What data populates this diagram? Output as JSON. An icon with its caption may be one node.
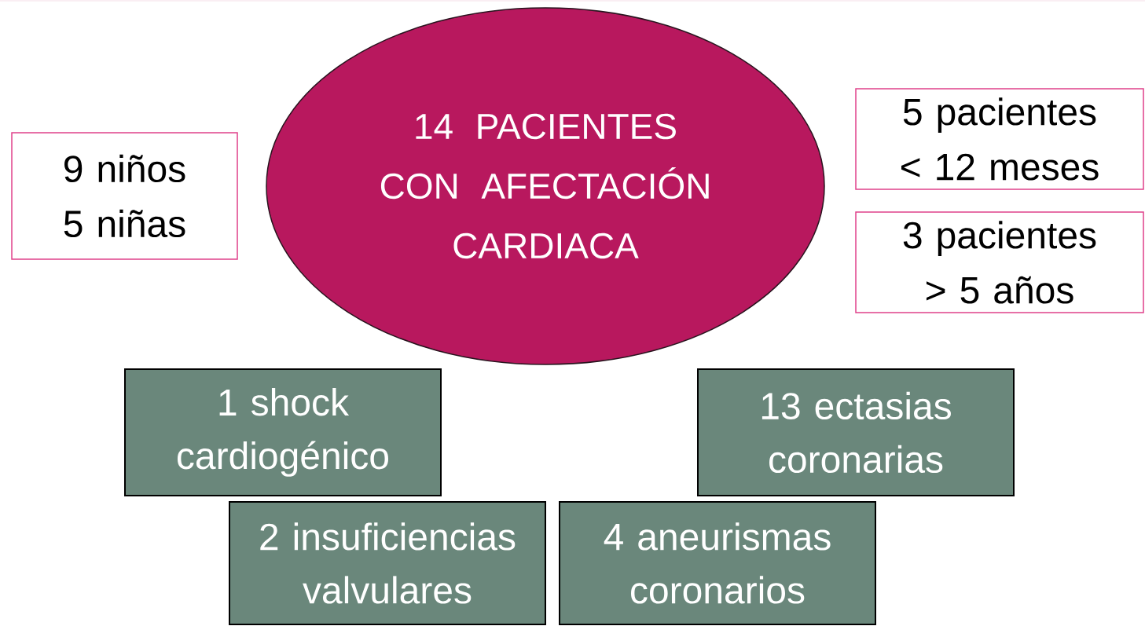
{
  "diagram": {
    "nodes": [
      {
        "text": [
          "14 PACIENTES CON AFECTACIÓN CARDIACA"
        ]
      },
      {
        "text": [
          "9 niños 5 niñas"
        ]
      },
      {
        "text": [
          "5 pacientes < 12 meses"
        ]
      },
      {
        "text": [
          "3 pacientes > 5 años"
        ]
      },
      {
        "text": [
          "1 shock cardiogénico"
        ]
      },
      {
        "text": [
          "13 ectasias coronarias"
        ]
      },
      {
        "text": [
          "2 insuficiencias valvulares"
        ]
      },
      {
        "text": [
          "4 aneurismas coronarios"
        ]
      }
    ]
  }
}
